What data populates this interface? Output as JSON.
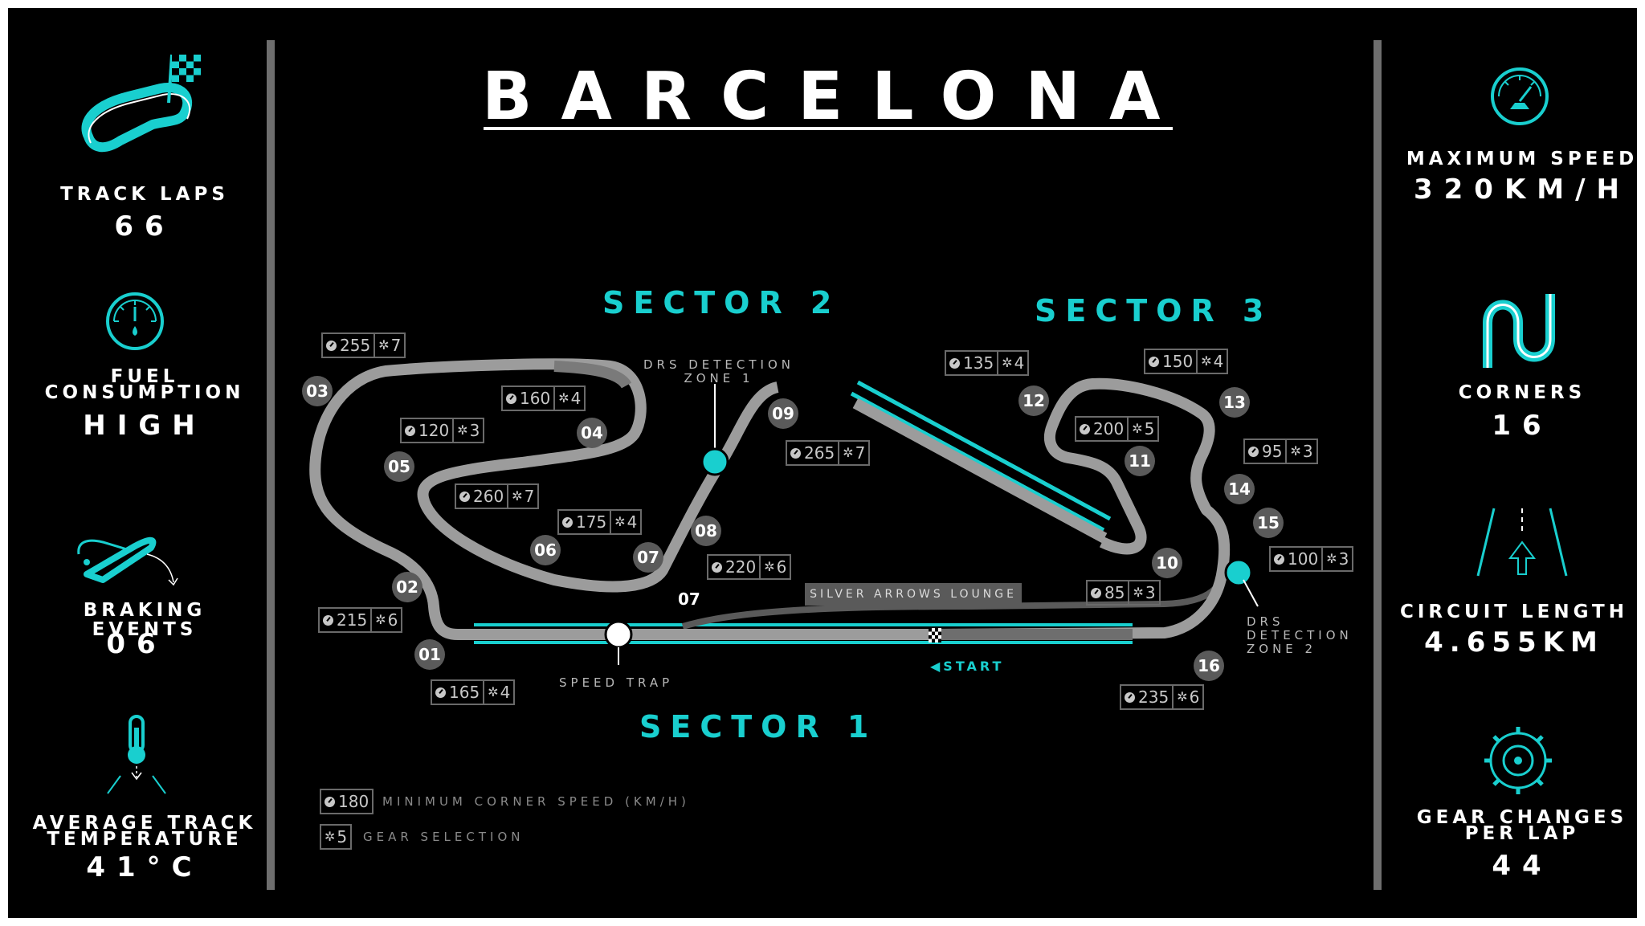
{
  "title": "BARCELONA",
  "left_stats": [
    {
      "icon": "track-laps-icon",
      "label": "TRACK LAPS",
      "value": "66"
    },
    {
      "icon": "fuel-gauge-icon",
      "label_lines": [
        "FUEL",
        "CONSUMPTION"
      ],
      "value": "HIGH"
    },
    {
      "icon": "braking-icon",
      "label": "BRAKING EVENTS",
      "value": "06"
    },
    {
      "icon": "thermometer-icon",
      "label_lines": [
        "AVERAGE TRACK",
        "TEMPERATURE"
      ],
      "value": "41°C"
    }
  ],
  "right_stats": [
    {
      "icon": "speedometer-icon",
      "label": "MAXIMUM SPEED",
      "value": "320KM/H"
    },
    {
      "icon": "corners-icon",
      "label": "CORNERS",
      "value": "16"
    },
    {
      "icon": "road-icon",
      "label": "CIRCUIT LENGTH",
      "value": "4.655KM"
    },
    {
      "icon": "gear-icon",
      "label_lines": [
        "GEAR CHANGES",
        "PER LAP"
      ],
      "value": "44"
    }
  ],
  "sectors": {
    "s1": "SECTOR 1",
    "s2": "SECTOR 2",
    "s3": "SECTOR 3"
  },
  "labels": {
    "drs1_line1": "DRS DETECTION",
    "drs1_line2": "ZONE 1",
    "drs2_line1": "DRS",
    "drs2_line2": "DETECTION",
    "drs2_line3": "ZONE 2",
    "speed_trap": "SPEED TRAP",
    "start": "◀START",
    "lounge": "SILVER ARROWS LOUNGE",
    "pit_07": "07"
  },
  "turns": [
    "01",
    "02",
    "03",
    "04",
    "05",
    "06",
    "07",
    "08",
    "09",
    "10",
    "11",
    "12",
    "13",
    "14",
    "15",
    "16"
  ],
  "corner_data": [
    {
      "speed": "165",
      "gear": "4"
    },
    {
      "speed": "215",
      "gear": "6"
    },
    {
      "speed": "255",
      "gear": "7"
    },
    {
      "speed": "160",
      "gear": "4"
    },
    {
      "speed": "120",
      "gear": "3"
    },
    {
      "speed": "260",
      "gear": "7"
    },
    {
      "speed": "175",
      "gear": "4"
    },
    {
      "speed": "220",
      "gear": "6"
    },
    {
      "speed": "265",
      "gear": "7"
    },
    {
      "speed": "85",
      "gear": "3"
    },
    {
      "speed": "200",
      "gear": "5"
    },
    {
      "speed": "135",
      "gear": "4"
    },
    {
      "speed": "150",
      "gear": "4"
    },
    {
      "speed": "95",
      "gear": "3"
    },
    {
      "speed": "100",
      "gear": "3"
    },
    {
      "speed": "235",
      "gear": "6"
    }
  ],
  "legend": {
    "speed_value": "180",
    "speed_label": "MINIMUM CORNER SPEED (KM/H)",
    "gear_value": "5",
    "gear_label": "GEAR SELECTION"
  },
  "colors": {
    "accent": "#19cfcf",
    "track": "#9c9c9c",
    "background": "#000000"
  }
}
